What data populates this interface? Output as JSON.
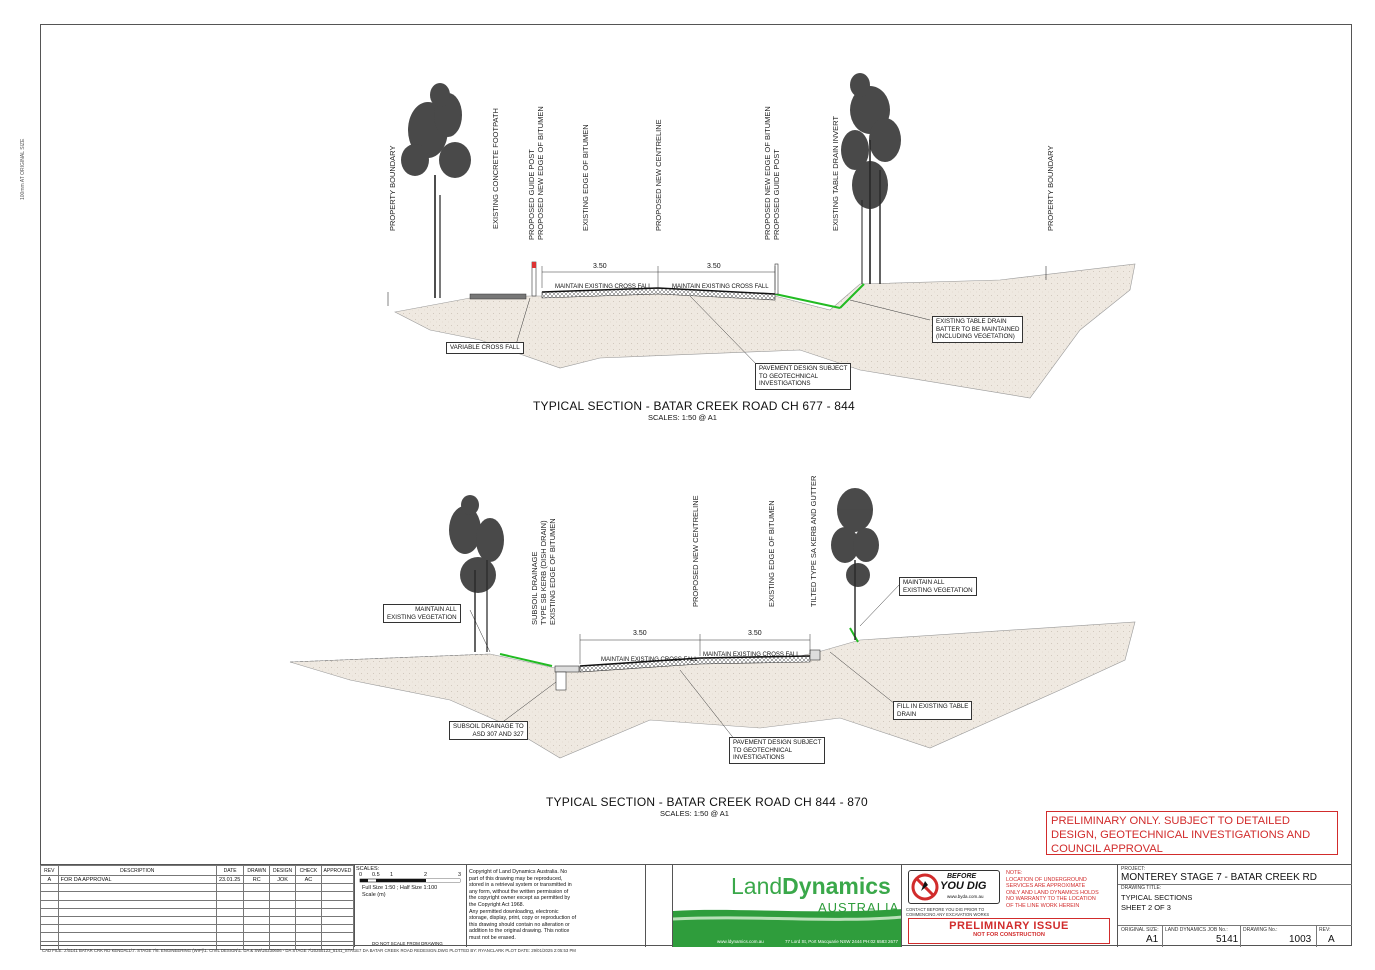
{
  "margin_note": "100mm AT ORIGINAL SIZE",
  "section1": {
    "title": "TYPICAL SECTION - BATAR CREEK ROAD CH 677 - 844",
    "scale": "SCALES: 1:50 @ A1",
    "labels": [
      "PROPERTY BOUNDARY",
      "EXISTING CONCRETE FOOTPATH",
      "PROPOSED GUIDE POST",
      "PROPOSED NEW EDGE OF BITUMEN",
      "EXISTING EDGE OF BITUMEN",
      "PROPOSED NEW CENTRELINE",
      "PROPOSED NEW EDGE OF BITUMEN",
      "PROPOSED GUIDE POST",
      "EXISTING TABLE DRAIN INVERT",
      "PROPERTY BOUNDARY"
    ],
    "dim_left": "3.50",
    "dim_right": "3.50",
    "cross_left": "MAINTAIN EXISTING CROSS FALL",
    "cross_right": "MAINTAIN EXISTING CROSS FALL",
    "callout_variable": "VARIABLE CROSS FALL",
    "callout_pavement": [
      "PAVEMENT DESIGN SUBJECT",
      "TO GEOTECHNICAL",
      "INVESTIGATIONS"
    ],
    "callout_drain": [
      "EXISTING TABLE DRAIN",
      "BATTER TO BE MAINTAINED",
      "(INCLUDING VEGETATION)"
    ]
  },
  "section2": {
    "title": "TYPICAL SECTION - BATAR CREEK ROAD CH 844 - 870",
    "scale": "SCALES: 1:50 @ A1",
    "labels": [
      "SUBSOIL DRAINAGE",
      "TYPE SB KERB (DISH DRAIN)",
      "EXISTING EDGE OF BITUMEN",
      "PROPOSED NEW CENTRELINE",
      "EXISTING EDGE OF BITUMEN",
      "TILTED TYPE SA KERB AND GUTTER"
    ],
    "dim_left": "3.50",
    "dim_right": "3.50",
    "cross_left": "MAINTAIN EXISTING CROSS FALL",
    "cross_right": "MAINTAIN EXISTING CROSS FALL",
    "callout_veg_left": [
      "MAINTAIN ALL",
      "EXISTING VEGETATION"
    ],
    "callout_veg_right": [
      "MAINTAIN ALL",
      "EXISTING VEGETATION"
    ],
    "callout_subsoil": [
      "SUBSOIL DRAINAGE TO",
      "ASD 307 AND 327"
    ],
    "callout_pavement": [
      "PAVEMENT DESIGN SUBJECT",
      "TO GEOTECHNICAL",
      "INVESTIGATIONS"
    ],
    "callout_fill": [
      "FILL IN EXISTING TABLE",
      "DRAIN"
    ]
  },
  "prelim_note": [
    "PRELIMINARY ONLY. SUBJECT TO DETAILED",
    "DESIGN, GEOTECHNICAL INVESTIGATIONS AND",
    "COUNCIL APPROVAL"
  ],
  "revisions": {
    "headers": [
      "REV",
      "DESCRIPTION",
      "DATE",
      "DRAWN",
      "DESIGN",
      "CHECK",
      "APPROVED"
    ],
    "rows": [
      [
        "A",
        "FOR DA APPROVAL",
        "23.01.25",
        "RC",
        "JOK",
        "AC",
        ""
      ]
    ]
  },
  "scales_block": {
    "title": "SCALES:",
    "ticks": [
      "0",
      "0.5",
      "1",
      "2",
      "3"
    ],
    "text": "Full Size 1:50 ; Half Size 1:100",
    "unit": "Scale (m)",
    "do_not_scale": "DO NOT SCALE FROM DRAWING"
  },
  "copyright": [
    "Copyright of Land Dynamics Australia. No",
    "part of this drawing may be reproduced,",
    "stored in a retrieval system or transmitted in",
    "any form, without the written permission of",
    "the copyright owner except as permitted by",
    "the Copyright Act 1968.",
    "Any permitted downloading, electronic",
    "storage, display, print, copy or reproduction of",
    "this drawing should contain no alteration or",
    "addition to the original drawing. This notice",
    "must not be erased."
  ],
  "logo": {
    "land": "Land",
    "dynamics": "Dynamics",
    "australia": "AUSTRALIA",
    "website": "www.ldynamics.com.au",
    "address": "77 Lord St, Port Macquarie NSW 2444",
    "phone": "PH:02 6583 2677"
  },
  "byda": {
    "before": "BEFORE",
    "you_dig": "YOU DIG",
    "url": "www.byda.com.au",
    "contact1": "CONTACT BEFORE YOU DIG PRIOR TO",
    "contact2": "COMMENCING ANY EXCAVATION WORKS",
    "note_title": "NOTE:",
    "note": [
      "LOCATION OF UNDERGROUND",
      "SERVICES ARE APPROXIMATE",
      "ONLY AND LAND DYNAMICS HOLDS",
      "NO WARRANTY TO THE LOCATION",
      "OF THE LINE WORK HEREIN"
    ],
    "issue": "PRELIMINARY ISSUE",
    "not_for": "NOT FOR CONSTRUCTION"
  },
  "project": {
    "label": "PROJECT:",
    "name": "MONTEREY STAGE 7 - BATAR CREEK RD",
    "title_label": "DRAWING TITLE:",
    "title1": "TYPICAL SECTIONS",
    "title2": "SHEET 2 OF 3",
    "orig_label": "ORIGINAL SIZE:",
    "orig": "A1",
    "job_label": "LAND DYNAMICS JOB No.:",
    "job": "5141",
    "dwg_label": "DRAWING No.:",
    "dwg": "1003",
    "rev_label": "REV:",
    "rev": "A"
  },
  "cad_file": "CAD FILE: J:\\5141 BATAR CRK RD KENDALL\\7. STAGE 7\\6. ENGINEERING (WIP)\\1. CIVIL DESIGN\\1. DA & SW\\20230606 - DA STAGE 7\\20250123_5141_STAGE7 DA BATAR CREEK ROAD REDESIGN.DWG PLOTTED BY: RYANCLARK  PLOT DATE: 29/01/2025 2:05:53 PM"
}
